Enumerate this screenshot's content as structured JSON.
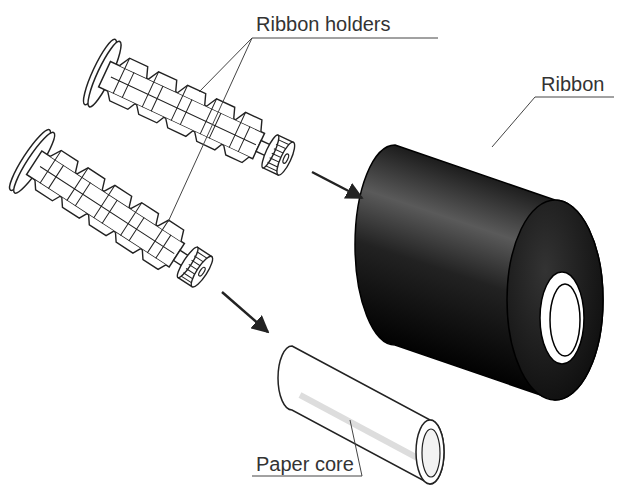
{
  "diagram": {
    "labels": [
      "Ribbon holders",
      "Ribbon",
      "Paper core"
    ]
  }
}
